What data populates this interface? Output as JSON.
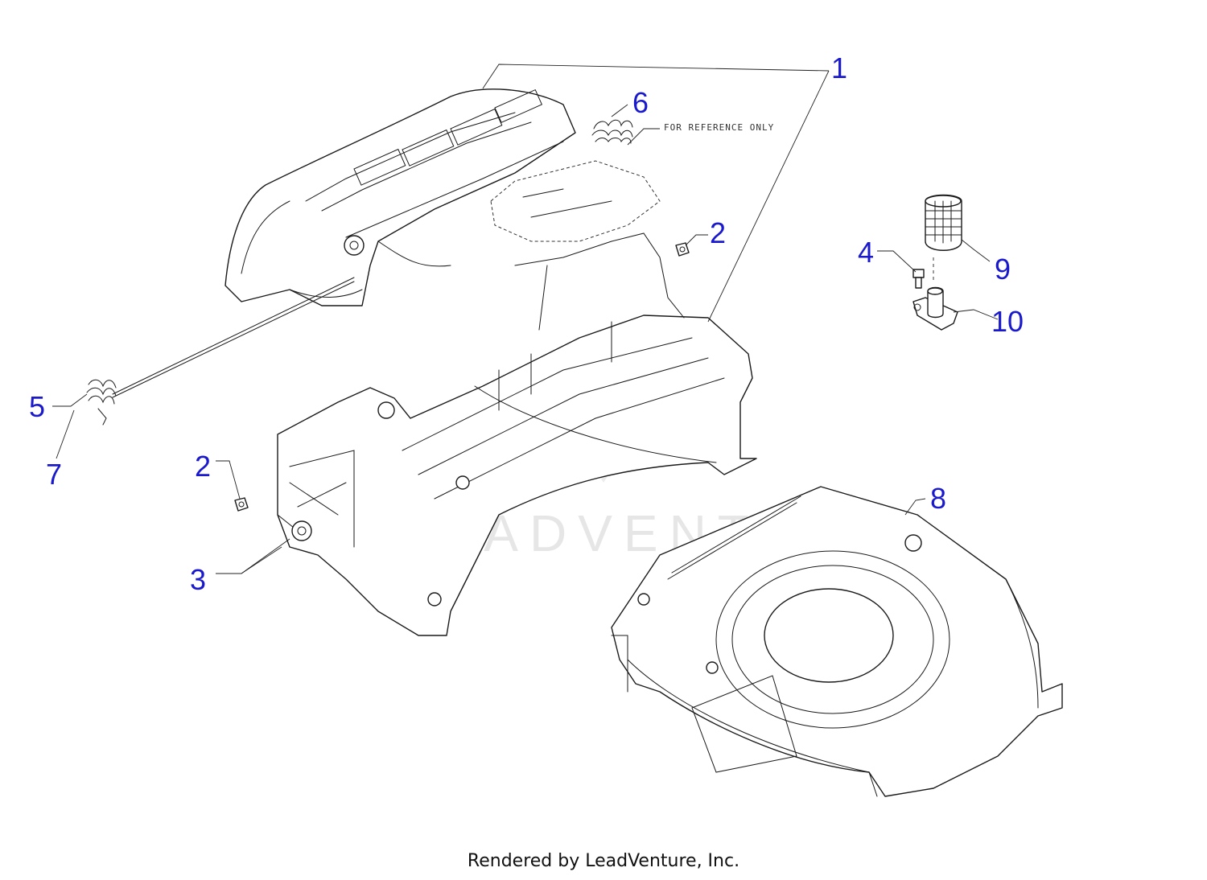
{
  "diagram": {
    "callout_color": "#1a1acc",
    "note": "FOR REFERENCE ONLY",
    "watermark": "LEADVENTURE",
    "callouts": {
      "c1": "1",
      "c2a": "2",
      "c2b": "2",
      "c3": "3",
      "c4": "4",
      "c5": "5",
      "c6": "6",
      "c7": "7",
      "c8": "8",
      "c9": "9",
      "c10": "10"
    }
  },
  "footer": {
    "text": "Rendered by LeadVenture, Inc."
  }
}
